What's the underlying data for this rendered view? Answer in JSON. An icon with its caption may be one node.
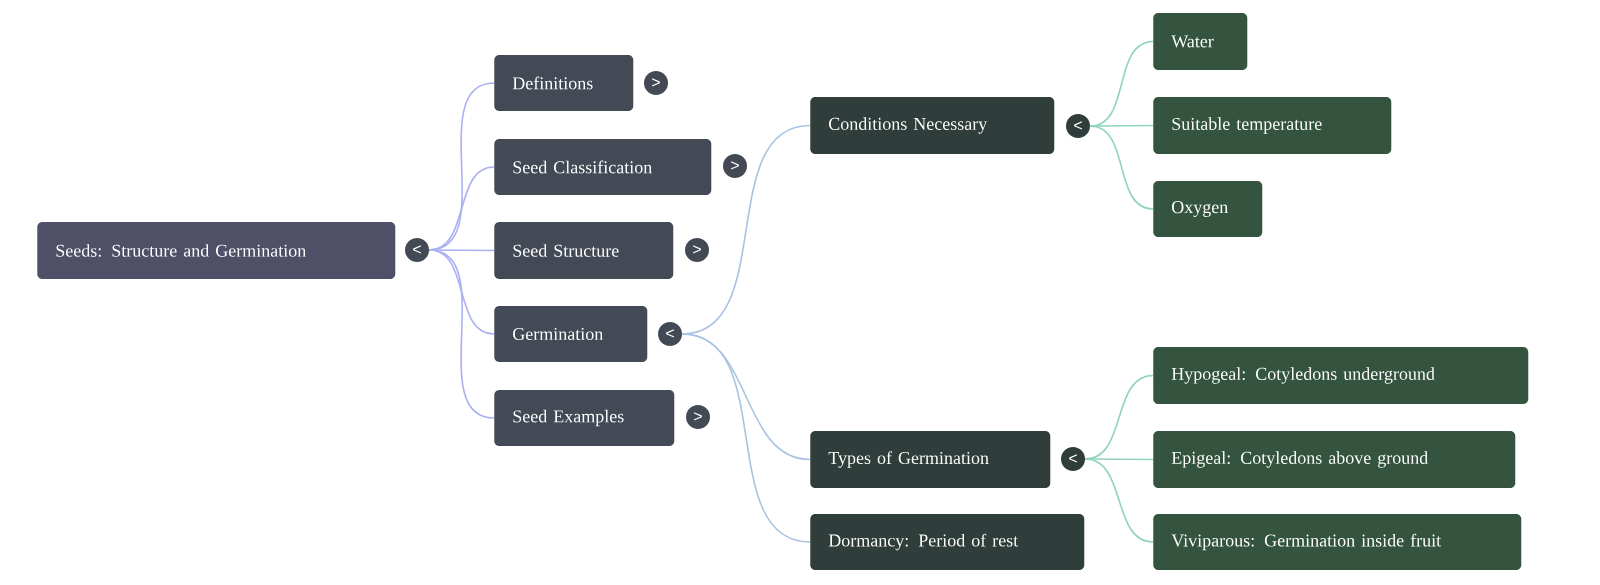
{
  "diagram": {
    "nodes": [
      {
        "text": [
          "Seeds: Structure and Germination"
        ]
      },
      {
        "text": [
          "<"
        ]
      },
      {
        "text": [
          "Definitions"
        ]
      },
      {
        "text": [
          ">"
        ]
      },
      {
        "text": [
          "Seed Classification"
        ]
      },
      {
        "text": [
          ">"
        ]
      },
      {
        "text": [
          "Seed Structure"
        ]
      },
      {
        "text": [
          ">"
        ]
      },
      {
        "text": [
          "Germination"
        ]
      },
      {
        "text": [
          "<"
        ]
      },
      {
        "text": [
          "Seed Examples"
        ]
      },
      {
        "text": [
          ">"
        ]
      },
      {
        "text": [
          "Conditions Necessary"
        ]
      },
      {
        "text": [
          "<"
        ]
      },
      {
        "text": [
          "Water"
        ]
      },
      {
        "text": [
          "Suitable temperature"
        ]
      },
      {
        "text": [
          "Oxygen"
        ]
      },
      {
        "text": [
          "Types of Germination"
        ]
      },
      {
        "text": [
          "<"
        ]
      },
      {
        "text": [
          "Hypogeal: Cotyledons underground"
        ]
      },
      {
        "text": [
          "Epigeal: Cotyledons above ground"
        ]
      },
      {
        "text": [
          "Viviparous: Germination inside fruit"
        ]
      },
      {
        "text": [
          "Dormancy: Period of rest"
        ]
      }
    ],
    "edges": [
      {
        "from": 1,
        "to": 2,
        "arrow": "none",
        "color": "#aab0f2"
      },
      {
        "from": 1,
        "to": 4,
        "arrow": "none",
        "color": "#aab0f2"
      },
      {
        "from": 1,
        "to": 6,
        "arrow": "none",
        "color": "#aab0f2"
      },
      {
        "from": 1,
        "to": 8,
        "arrow": "none",
        "color": "#aab0f2"
      },
      {
        "from": 1,
        "to": 10,
        "arrow": "none",
        "color": "#aab0f2"
      },
      {
        "from": 9,
        "to": 12,
        "arrow": "none",
        "color": "#a9c3e2"
      },
      {
        "from": 9,
        "to": 17,
        "arrow": "none",
        "color": "#a9c3e2"
      },
      {
        "from": 9,
        "to": 22,
        "arrow": "none",
        "color": "#a9c3e2"
      },
      {
        "from": 13,
        "to": 14,
        "arrow": "none"
      },
      {
        "from": 13,
        "to": 15,
        "arrow": "none"
      },
      {
        "from": 13,
        "to": 16,
        "arrow": "none"
      },
      {
        "from": 18,
        "to": 19,
        "arrow": "none"
      },
      {
        "from": 18,
        "to": 20,
        "arrow": "none"
      },
      {
        "from": 18,
        "to": 21,
        "arrow": "none"
      }
    ]
  }
}
